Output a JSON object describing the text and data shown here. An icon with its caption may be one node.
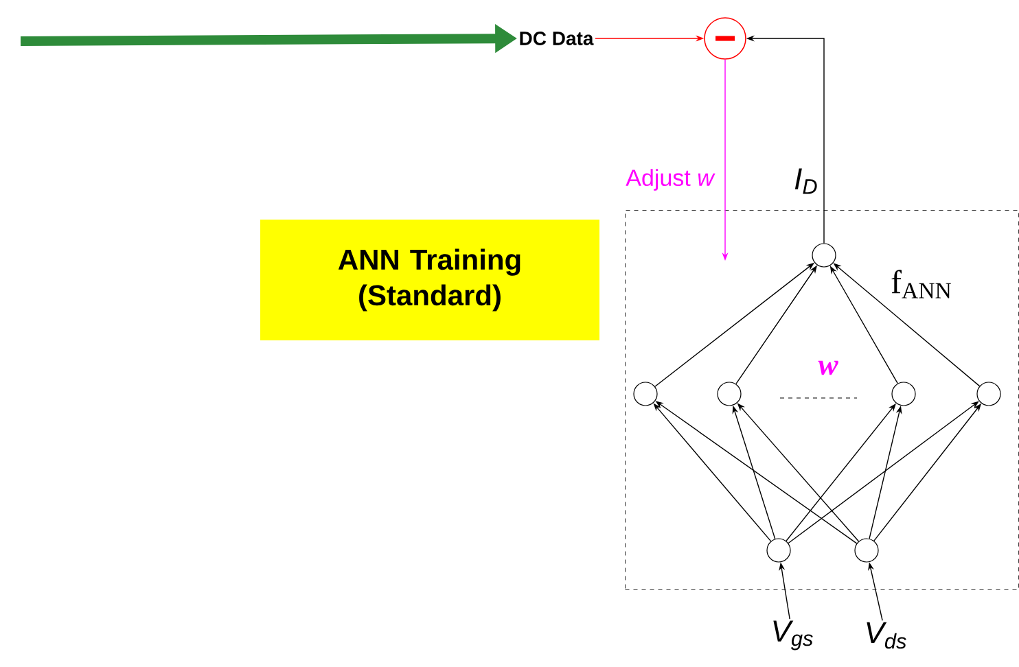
{
  "diagram": {
    "nodes": [
      {
        "text": [
          "ANN Training (Standard)"
        ]
      },
      {
        "text": [
          "DC Data"
        ]
      },
      {
        "text": [],
        "shape": "circle"
      },
      {
        "text": [
          "f$_{ANN}$"
        ]
      },
      {
        "text": [],
        "shape": "circle",
        "in": 3
      },
      {
        "text": [],
        "shape": "circle",
        "in": 3
      },
      {
        "text": [],
        "shape": "circle",
        "in": 3
      },
      {
        "text": [],
        "shape": "circle",
        "in": 3
      },
      {
        "text": [],
        "shape": "circle",
        "in": 3
      },
      {
        "text": [],
        "shape": "circle",
        "in": 3
      },
      {
        "text": [],
        "shape": "circle",
        "in": 3
      },
      {
        "text": [
          "V$_{gs}$"
        ]
      },
      {
        "text": [
          "V$_{ds}$"
        ]
      }
    ],
    "edges": [
      {
        "from": null,
        "to": 1,
        "arrow": "to",
        "style": "thick",
        "color": "#2e8b3a"
      },
      {
        "from": 1,
        "to": 2,
        "arrow": "to",
        "color": "#ff0000"
      },
      {
        "from": 4,
        "to": 2,
        "arrow": "to",
        "label": "I$_{D}$"
      },
      {
        "from": 2,
        "to": 3,
        "arrow": "to",
        "label": "Adjust *w*",
        "color": "#ff00ff"
      },
      {
        "from": 5,
        "to": 4,
        "arrow": "to"
      },
      {
        "from": 6,
        "to": 4,
        "arrow": "to"
      },
      {
        "from": 7,
        "to": 4,
        "arrow": "to"
      },
      {
        "from": 8,
        "to": 4,
        "arrow": "to"
      },
      {
        "from": 9,
        "to": 5,
        "arrow": "to"
      },
      {
        "from": 9,
        "to": 6,
        "arrow": "to"
      },
      {
        "from": 9,
        "to": 7,
        "arrow": "to"
      },
      {
        "from": 9,
        "to": 8,
        "arrow": "to"
      },
      {
        "from": 10,
        "to": 5,
        "arrow": "to"
      },
      {
        "from": 10,
        "to": 6,
        "arrow": "to"
      },
      {
        "from": 10,
        "to": 7,
        "arrow": "to"
      },
      {
        "from": 10,
        "to": 8,
        "arrow": "to"
      },
      {
        "from": 11,
        "to": 9,
        "arrow": "to"
      },
      {
        "from": 12,
        "to": 10,
        "arrow": "to"
      }
    ],
    "labels": [
      "w"
    ]
  }
}
